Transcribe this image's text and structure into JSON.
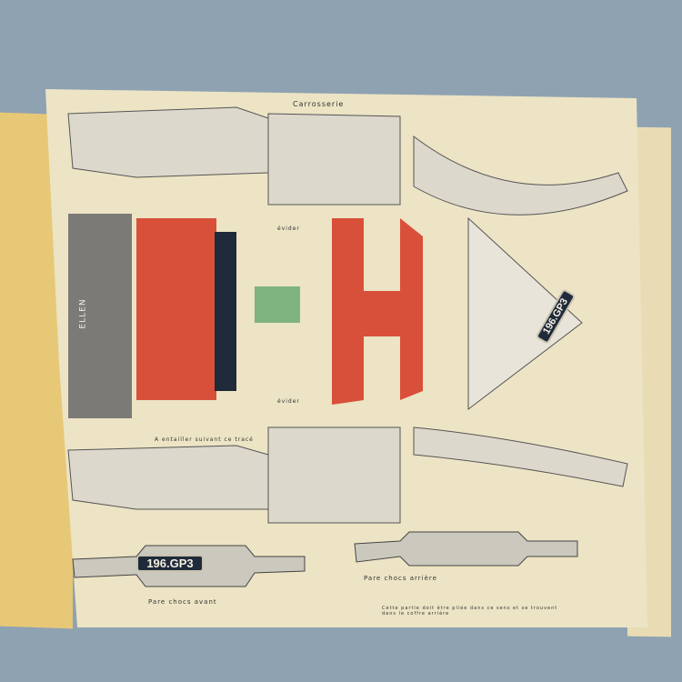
{
  "page": {
    "title": "Carrosserie",
    "cut_note": "A entailler suivant ce tracé",
    "evider_1": "évider",
    "evider_2": "évider",
    "brand": "ELLEN",
    "plate": "196.GP3",
    "front_bumper_label": "Pare chocs avant",
    "rear_bumper_label": "Pare chocs arrière",
    "fold_note": "Cette partie doit être pliée dans ce sens et se trouvent dans le coffre arrière"
  },
  "colors": {
    "background": "#8fa2b2",
    "paper": "#ece4c4",
    "red": "#d9503a",
    "navy": "#1f2a3a"
  }
}
